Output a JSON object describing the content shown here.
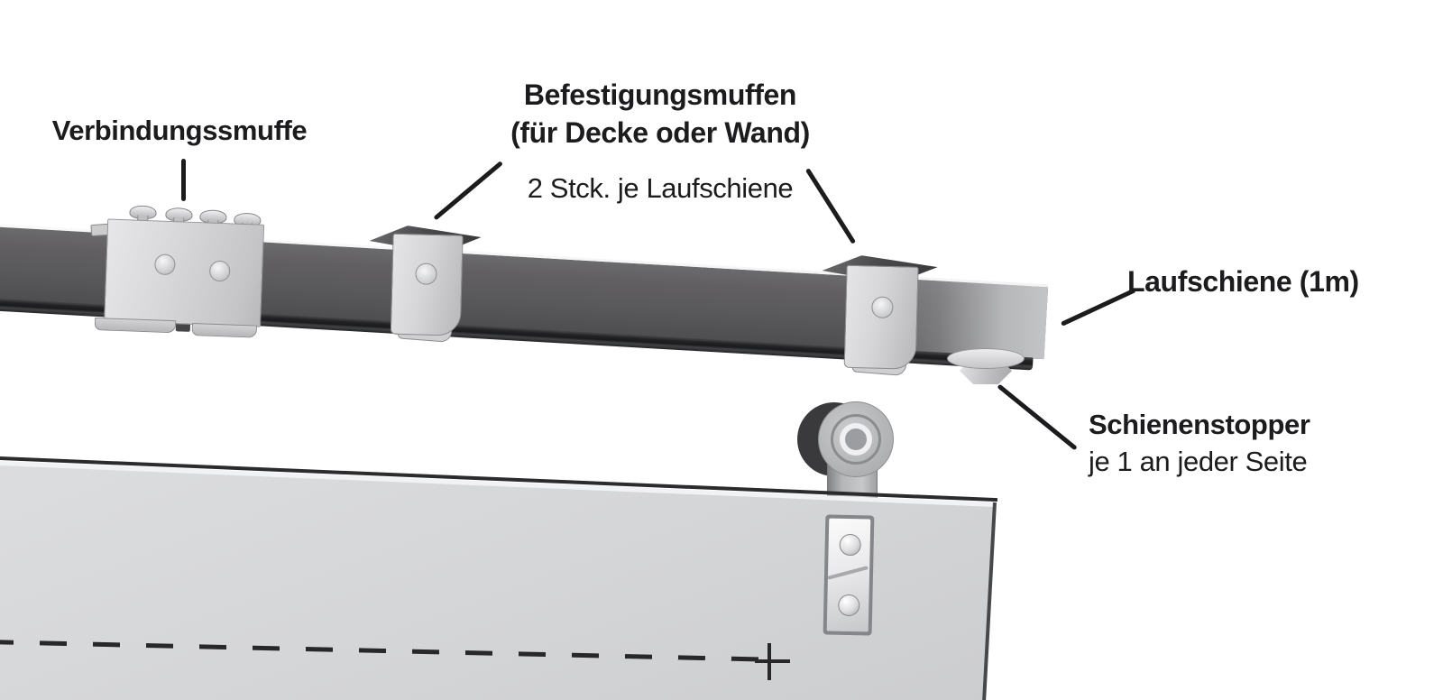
{
  "diagram": {
    "labels": {
      "connector_sleeve": "Verbindungssmuffe",
      "mounting_sleeves_line1": "Befestigungsmuffen",
      "mounting_sleeves_line2": "(für Decke oder Wand)",
      "mounting_sleeves_note": "2 Stck. je Laufschiene",
      "rail": "Laufschiene (1m)",
      "rail_stopper_line1": "Schienenstopper",
      "rail_stopper_line2": "je 1 an jeder Seite"
    },
    "colors": {
      "background": "#ffffff",
      "text": "#1c1c1e",
      "leader_line": "#1c1c1e",
      "rail_dark": "#59585a",
      "rail_end_light": "#c3c4c6",
      "metal_light": "#d6d6d8",
      "door_panel": "#d4d5d7"
    }
  }
}
